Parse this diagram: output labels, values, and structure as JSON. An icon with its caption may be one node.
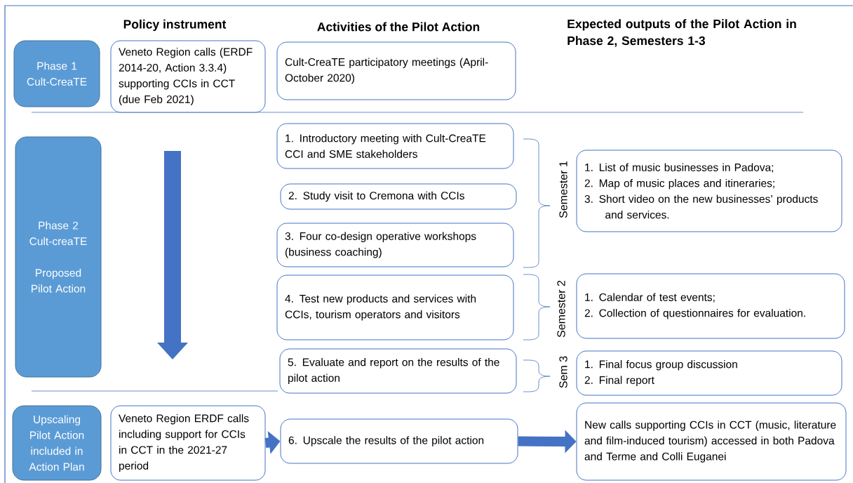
{
  "diagram": {
    "nodes": [
      {
        "text": [
          "Phase 1 Cult-CreaTE"
        ]
      },
      {
        "text": [
          "Veneto Region calls (ERDF 2014-20, Action 3.3.4) supporting CCIs in CCT (due Feb 2021)"
        ]
      },
      {
        "text": [
          "Cult-CreaTE participatory meetings (April-October 2020)"
        ]
      },
      {
        "text": [
          "Phase 2 Cult-creaTE",
          "Proposed Pilot Action"
        ]
      },
      {
        "text": [
          "1. Introductory meeting with Cult-CreaTE CCI and SME stakeholders"
        ]
      },
      {
        "text": [
          "2. Study visit to Cremona with CCIs"
        ]
      },
      {
        "text": [
          "3. Four co-design operative workshops (business coaching)"
        ]
      },
      {
        "text": [
          "4. Test new products and services with CCIs, tourism operators and visitors"
        ]
      },
      {
        "text": [
          "5. Evaluate and report on the results of the pilot action"
        ]
      },
      {
        "text": [
          "1. List of music businesses in Padova;",
          "2. Map of music places and itineraries;",
          "3. Short video on the new businesses’ products and services."
        ]
      },
      {
        "text": [
          "1. Calendar of test events;",
          "2. Collection of questionnaires for evaluation."
        ]
      },
      {
        "text": [
          "1. Final focus group discussion",
          "2. Final report"
        ]
      },
      {
        "text": [
          "Upscaling Pilot Action included in Action Plan"
        ]
      },
      {
        "text": [
          "Veneto Region ERDF calls including support for CCIs in CCT in the 2021-27 period"
        ]
      },
      {
        "text": [
          "6. Upscale the results of the pilot action"
        ]
      },
      {
        "text": [
          "New calls supporting CCIs in CCT (music, literature and film-induced tourism) accessed in both Padova and Terme and Colli Euganei"
        ]
      }
    ],
    "edges": [
      {
        "from": 13,
        "to": 14,
        "arrow": "to"
      },
      {
        "from": 14,
        "to": 15,
        "arrow": "to"
      }
    ],
    "labels": [
      "Policy instrument",
      "Activities of the Pilot Action",
      "Expected outputs of the Pilot Action in Phase 2, Semesters 1-3",
      "Semester 1",
      "Semester 2",
      "Sem 3"
    ]
  }
}
